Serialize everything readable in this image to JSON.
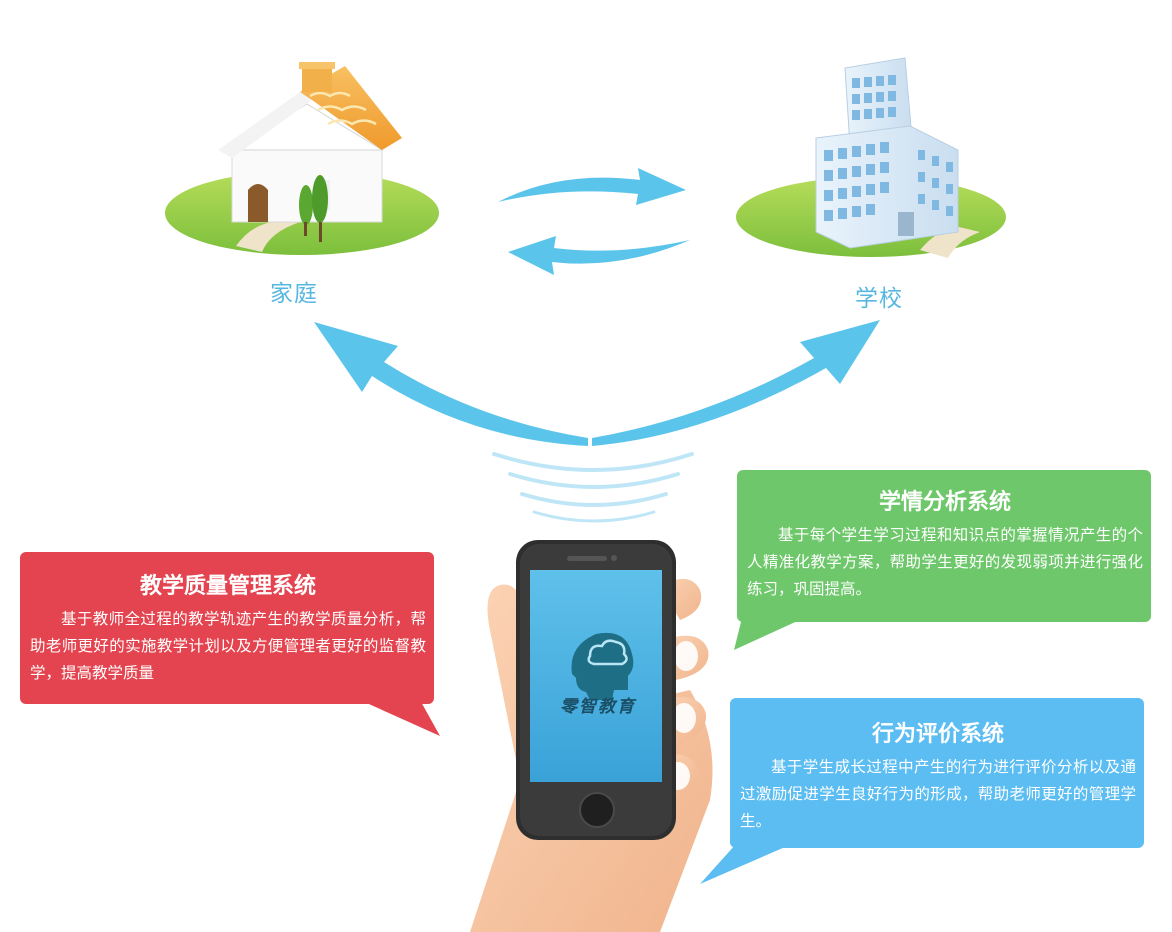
{
  "nodes": {
    "home_label": "家庭",
    "school_label": "学校"
  },
  "app": {
    "logo_text": "零智教育"
  },
  "systems": [
    {
      "title": "教学质量管理系统",
      "description": "基于教师全过程的教学轨迹产生的教学质量分析，帮助老师更好的实施教学计划以及方便管理者更好的监督教学，提高教学质量"
    },
    {
      "title": "学情分析系统",
      "description": "基于每个学生学习过程和知识点的掌握情况产生的个人精准化教学方案，帮助学生更好的发现弱项并进行强化练习，巩固提高。"
    },
    {
      "title": "行为评价系统",
      "description": "基于学生成长过程中产生的行为进行评价分析以及通过激励促进学生良好行为的形成，帮助老师更好的管理学生。"
    }
  ],
  "colors": {
    "arrow": "#5bc4eb",
    "red": "#e3444f",
    "green": "#6ec86b",
    "blue": "#5bbdf2",
    "grass": "#8cc63f",
    "roof": "#f4a23a"
  }
}
